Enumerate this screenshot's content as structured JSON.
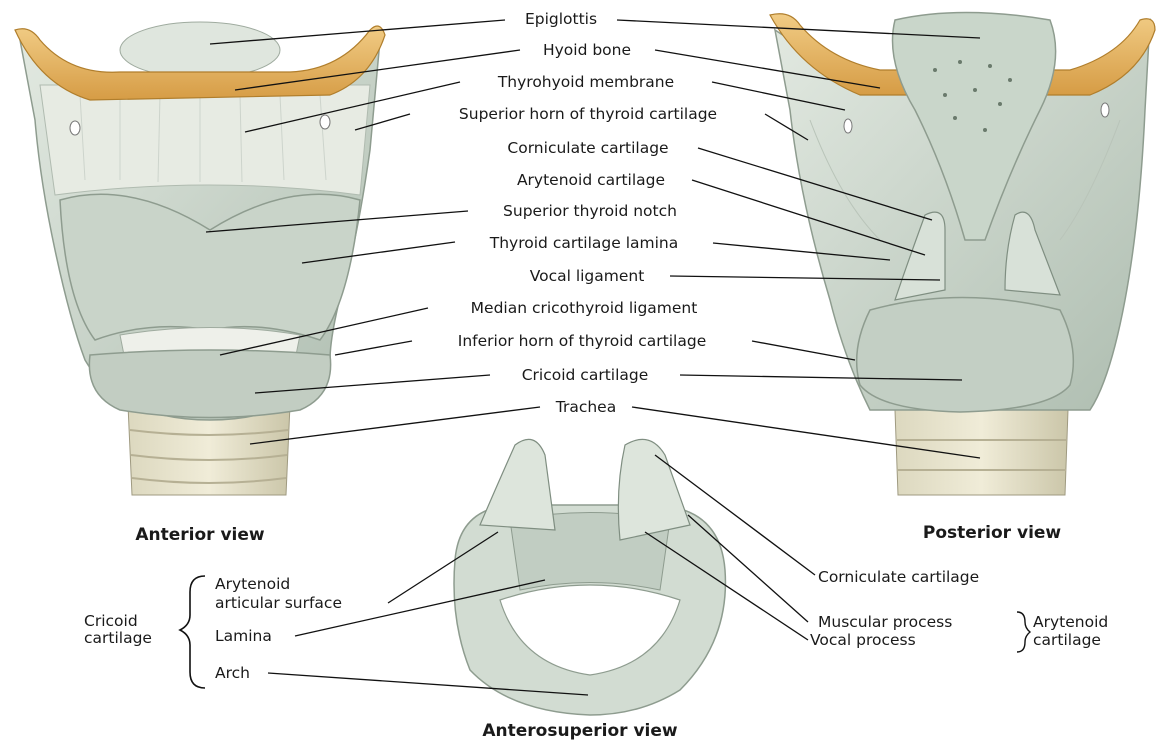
{
  "views": {
    "anterior": "Anterior view",
    "posterior": "Posterior view",
    "anterosuperior": "Anterosuperior view"
  },
  "labels": {
    "epiglottis": "Epiglottis",
    "hyoid_bone": "Hyoid bone",
    "thyrohyoid_membrane": "Thyrohyoid membrane",
    "superior_horn": "Superior horn of thyroid cartilage",
    "corniculate_top": "Corniculate cartilage",
    "arytenoid_top": "Arytenoid cartilage",
    "superior_thyroid_notch": "Superior thyroid notch",
    "thyroid_lamina": "Thyroid cartilage lamina",
    "vocal_ligament": "Vocal ligament",
    "median_cricothyroid": "Median cricothyroid ligament",
    "inferior_horn": "Inferior horn of thyroid cartilage",
    "cricoid": "Cricoid cartilage",
    "trachea": "Trachea",
    "corniculate_bottom": "Corniculate cartilage",
    "muscular_process": "Muscular process",
    "vocal_process": "Vocal process",
    "arytenoid_group_1": "Arytenoid",
    "arytenoid_group_2": "cartilage",
    "cricoid_group_1": "Cricoid",
    "cricoid_group_2": "cartilage",
    "articular_surface_1": "Arytenoid",
    "articular_surface_2": "articular surface",
    "lamina": "Lamina",
    "arch": "Arch"
  },
  "colors": {
    "cartilage": "#d4ddd3",
    "cartilage_shadow": "#a9b7aa",
    "hyoid": "#e7b868",
    "membrane": "#e9ece4",
    "trachea": "#e6e1c8"
  }
}
